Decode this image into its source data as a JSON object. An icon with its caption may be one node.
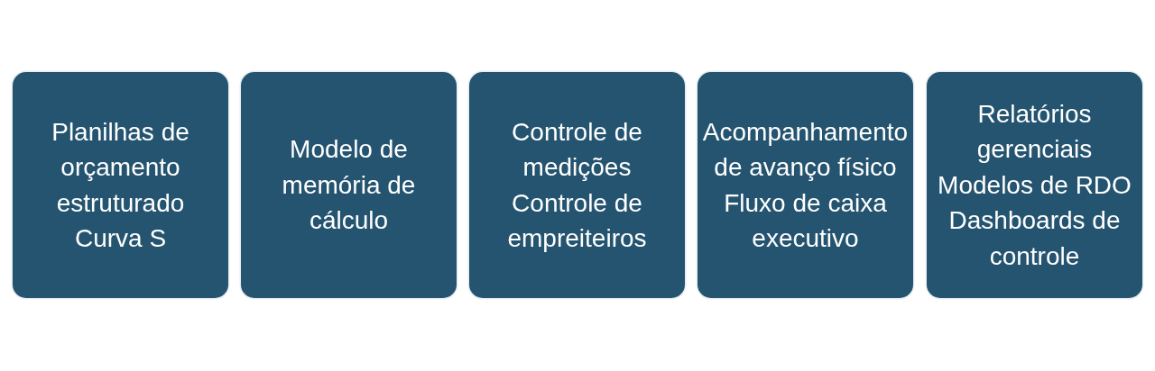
{
  "diagram": {
    "nodes": [
      {
        "text": [
          "Planilhas de orçamento estruturado",
          "Curva S"
        ]
      },
      {
        "text": [
          "Modelo de memória de cálculo"
        ]
      },
      {
        "text": [
          "Controle de medições",
          "Controle de empreiteiros"
        ]
      },
      {
        "text": [
          "Acompanhamento de avanço físico",
          "Fluxo de caixa executivo"
        ]
      },
      {
        "text": [
          "Relatórios gerenciais",
          "Modelos de RDO",
          "Dashboards de controle"
        ]
      }
    ]
  }
}
